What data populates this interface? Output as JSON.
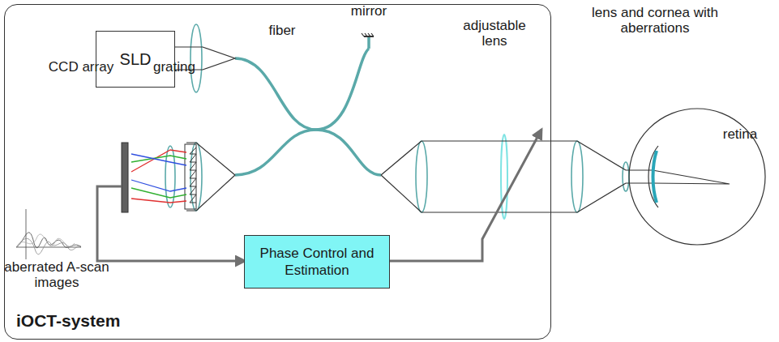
{
  "diagram": {
    "nodes": [
      {
        "text": [
          "iOCT-system"
        ]
      },
      {
        "text": [
          "SLD"
        ],
        "in": 0
      },
      {
        "text": [
          "Phase Control and Estimation"
        ],
        "in": 0
      }
    ],
    "labels": [
      "fiber",
      "mirror",
      "adjustable lens",
      "lens and cornea with aberrations",
      "retina",
      "CCD array",
      "grating",
      "aberrated A-scan images"
    ]
  }
}
